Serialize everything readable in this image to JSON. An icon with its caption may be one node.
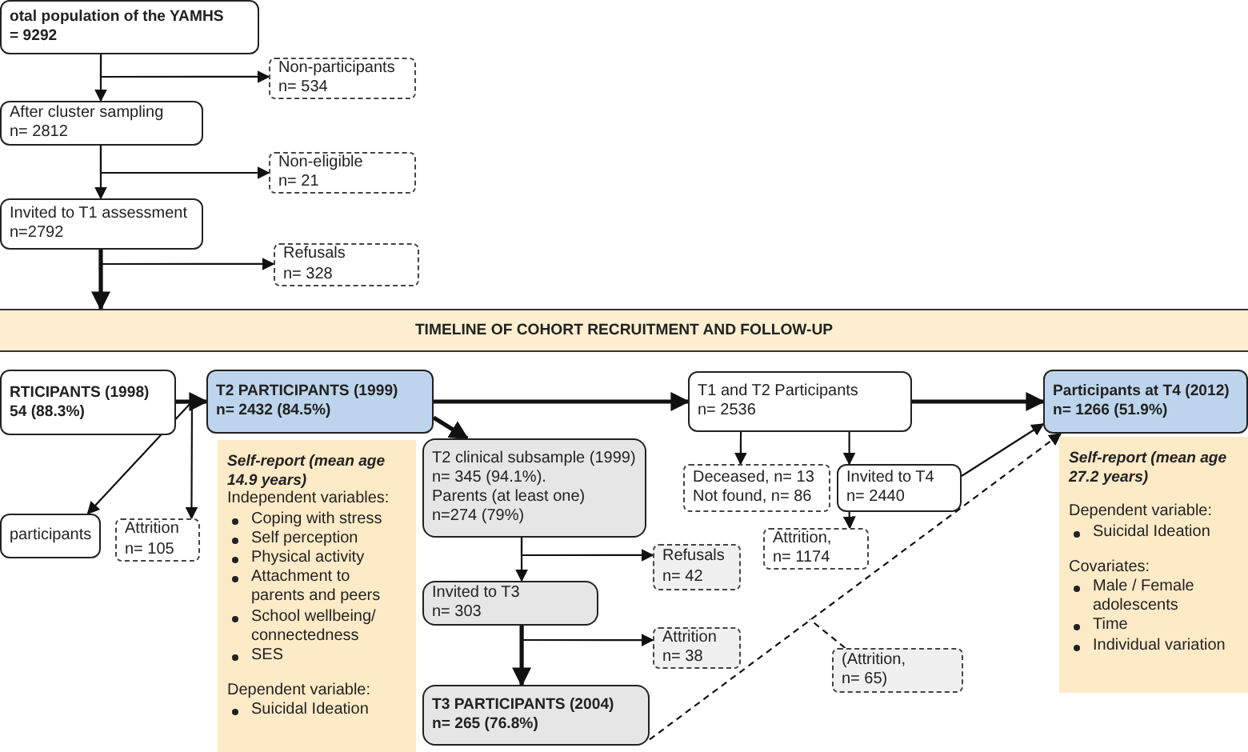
{
  "diagram": {
    "nodes": [
      {
        "text": [
          "otal population of the YAMHS",
          "= 9292"
        ]
      },
      {
        "text": [
          "Non-participants",
          "n= 534"
        ]
      },
      {
        "text": [
          "After cluster sampling",
          "n= 2812"
        ]
      },
      {
        "text": [
          "Non-eligible",
          "n= 21"
        ]
      },
      {
        "text": [
          "Invited to T1 assessment",
          "n=2792"
        ]
      },
      {
        "text": [
          "Refusals",
          "n= 328"
        ]
      },
      {
        "text": [
          "TIMELINE OF COHORT RECRUITMENT AND FOLLOW-UP"
        ]
      },
      {
        "text": [
          "RTICIPANTS (1998)",
          "54 (88.3%)"
        ]
      },
      {
        "text": [
          "participants"
        ]
      },
      {
        "text": [
          "Attrition",
          "n= 105"
        ]
      },
      {
        "text": [
          "T2 PARTICIPANTS (1999)",
          "n= 2432 (84.5%)"
        ]
      },
      {
        "text": [
          "Self-report (mean age 14.9 years)",
          "Independent variables:",
          "Coping with stress",
          "Self perception",
          "Physical activity",
          "Attachment to parents and peers",
          "School wellbeing/ connectedness",
          "SES",
          "Dependent variable:",
          "Suicidal Ideation"
        ]
      },
      {
        "text": [
          "T2 clinical subsample (1999)",
          "n= 345 (94.1%).",
          "Parents (at least one)",
          "n=274 (79%)"
        ]
      },
      {
        "text": [
          "Refusals",
          "n= 42"
        ]
      },
      {
        "text": [
          "Invited to T3",
          "n= 303"
        ]
      },
      {
        "text": [
          "Attrition",
          "n= 38"
        ]
      },
      {
        "text": [
          "T3 PARTICIPANTS (2004)",
          "n= 265 (76.8%)"
        ]
      },
      {
        "text": [
          "T1 and T2 Participants",
          "n= 2536"
        ]
      },
      {
        "text": [
          "Deceased, n= 13",
          "Not found, n= 86"
        ]
      },
      {
        "text": [
          "Invited to T4",
          "n= 2440"
        ]
      },
      {
        "text": [
          "Attrition,",
          "n= 1174"
        ]
      },
      {
        "text": [
          "(Attrition,",
          "n= 65)"
        ]
      },
      {
        "text": [
          "Participants at T4 (2012)",
          "n= 1266 (51.9%)"
        ]
      },
      {
        "text": [
          "Self-report (mean age 27.2 years)",
          "Dependent variable:",
          "Suicidal Ideation",
          "Covariates:",
          "Male / Female adolescents",
          "Time",
          "Individual variation"
        ]
      }
    ],
    "edges": [
      {
        "from": 0,
        "to": 2,
        "arrow": "to"
      },
      {
        "from": 0,
        "to": 1,
        "arrow": "to"
      },
      {
        "from": 2,
        "to": 4,
        "arrow": "to"
      },
      {
        "from": 2,
        "to": 3,
        "arrow": "to"
      },
      {
        "from": 4,
        "to": 6,
        "arrow": "to",
        "style": "thick"
      },
      {
        "from": 4,
        "to": 5,
        "arrow": "to"
      },
      {
        "from": 7,
        "to": 10,
        "arrow": "to",
        "style": "thick"
      },
      {
        "from": 7,
        "to": 8,
        "arrow": "to"
      },
      {
        "from": 7,
        "to": 9,
        "arrow": "to"
      },
      {
        "from": 10,
        "to": 17,
        "arrow": "to",
        "style": "thick"
      },
      {
        "from": 10,
        "to": 12,
        "arrow": "to",
        "style": "thick"
      },
      {
        "from": 12,
        "to": 14,
        "arrow": "to"
      },
      {
        "from": 12,
        "to": 13,
        "arrow": "to"
      },
      {
        "from": 14,
        "to": 16,
        "arrow": "to",
        "style": "thick"
      },
      {
        "from": 14,
        "to": 15,
        "arrow": "to"
      },
      {
        "from": 17,
        "to": 22,
        "arrow": "to",
        "style": "thick"
      },
      {
        "from": 17,
        "to": 18,
        "arrow": "to"
      },
      {
        "from": 17,
        "to": 19,
        "arrow": "to"
      },
      {
        "from": 19,
        "to": 20,
        "arrow": "to"
      },
      {
        "from": 19,
        "to": 22,
        "arrow": "to"
      },
      {
        "from": 16,
        "to": 22,
        "arrow": "to",
        "style": "dashed"
      },
      {
        "from": 21,
        "to": null,
        "arrow": "none",
        "style": "dashed"
      }
    ]
  }
}
